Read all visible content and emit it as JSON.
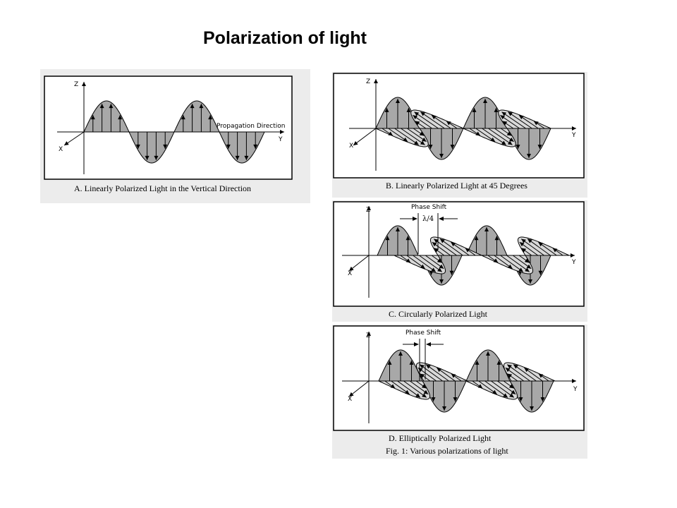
{
  "slide": {
    "title": "Polarization of light"
  },
  "panels": {
    "a": {
      "caption": "A. Linearly Polarized Light in the Vertical Direction",
      "z": "Z",
      "x": "X",
      "y": "Y",
      "propagation": "Propagation Direction"
    },
    "b": {
      "caption": "B. Linearly Polarized Light at 45 Degrees",
      "z": "Z",
      "x": "X",
      "y": "Y"
    },
    "c": {
      "caption": "C. Circularly Polarized Light",
      "z": "Z",
      "x": "X",
      "y": "Y",
      "phase_shift": "Phase Shift",
      "lambda": "λ/4"
    },
    "d": {
      "caption": "D. Elliptically Polarized Light",
      "z": "Z",
      "x": "X",
      "y": "Y",
      "phase_shift": "Phase Shift"
    }
  },
  "figure_caption": "Fig. 1: Various polarizations of light",
  "colors": {
    "wave_fill": "#a8a8a8",
    "oblique_fill": "#d8d8d8",
    "stroke": "#000000",
    "panel_bg": "#ffffff",
    "frame_bg": "#ececec"
  }
}
